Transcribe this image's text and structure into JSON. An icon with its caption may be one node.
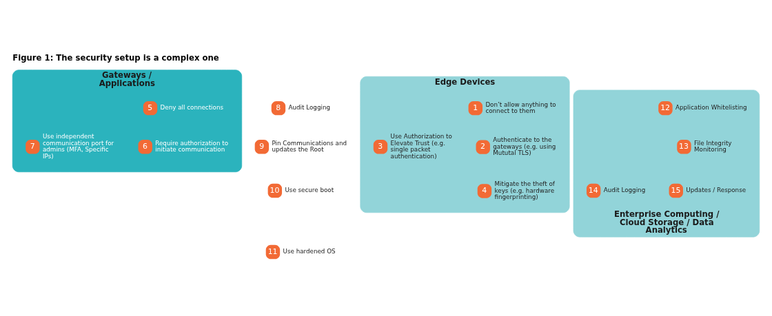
{
  "diagram": {
    "title": "Figure 1: The security setup is a complex one",
    "nodes": [
      {
        "text": [
          "Gateways / Applications"
        ]
      },
      {
        "text": [
          "5"
        ],
        "beside": [
          "Deny all connections"
        ],
        "in": 0
      },
      {
        "text": [
          "6"
        ],
        "beside": [
          "Require authorization to initiate communication"
        ],
        "in": 0
      },
      {
        "text": [
          "7"
        ],
        "beside": [
          "Use independent communication port for admins (MFA, Specific IPs)"
        ],
        "in": 0
      },
      {
        "text": [
          "8"
        ],
        "beside": [
          "Audit Logging"
        ]
      },
      {
        "text": [
          "9"
        ],
        "beside": [
          "Pin Communications and updates the Root"
        ]
      },
      {
        "text": [
          "10"
        ],
        "beside": [
          "Use secure boot"
        ]
      },
      {
        "text": [
          "11"
        ],
        "beside": [
          "Use hardened OS"
        ]
      },
      {
        "text": [
          "Edge Devices"
        ]
      },
      {
        "text": [
          "1"
        ],
        "beside": [
          "Don’t allow anything to connect to them"
        ],
        "in": 8
      },
      {
        "text": [
          "2"
        ],
        "beside": [
          "Authenticate to the gateways (e.g. using Mututal TLS)"
        ],
        "in": 8
      },
      {
        "text": [
          "3"
        ],
        "beside": [
          "Use Authorization to Elevate Trust (e.g. single packet authentication)"
        ],
        "in": 8
      },
      {
        "text": [
          "4"
        ],
        "beside": [
          "Mitigate the theft of keys (e.g. hardware fingerprinting)"
        ],
        "in": 8
      },
      {
        "text": [
          "Enterprise Computing / Cloud Storage / Data Analytics"
        ]
      },
      {
        "text": [
          "12"
        ],
        "beside": [
          "Application Whitelisting"
        ],
        "in": 13
      },
      {
        "text": [
          "13"
        ],
        "beside": [
          "File Integrity Monitoring"
        ],
        "in": 13
      },
      {
        "text": [
          "14"
        ],
        "beside": [
          "Audit Logging"
        ],
        "in": 13
      },
      {
        "text": [
          "15"
        ],
        "beside": [
          "Updates / Response"
        ],
        "in": 13
      }
    ],
    "edges": []
  }
}
